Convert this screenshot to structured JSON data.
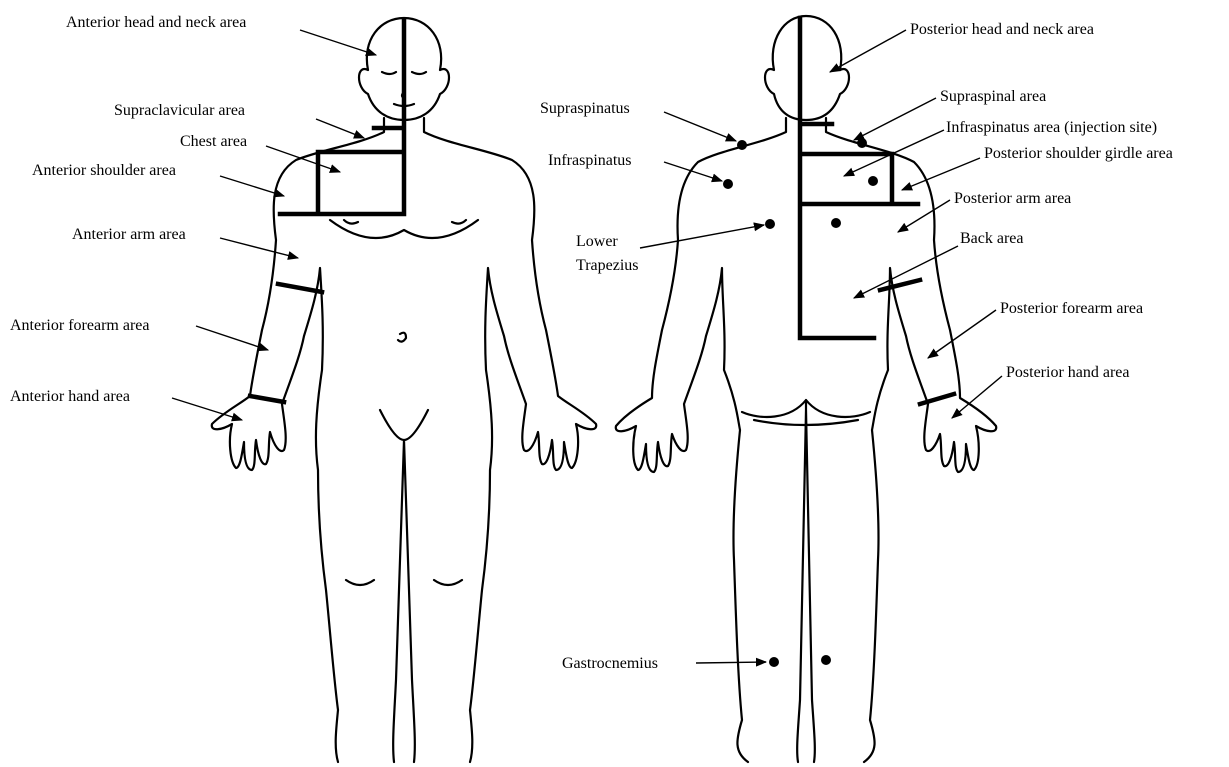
{
  "labels": {
    "ant_head": "Anterior head and neck area",
    "supraclav": "Supraclavicular area",
    "chest": "Chest area",
    "ant_shoulder": "Anterior shoulder area",
    "ant_arm": "Anterior arm area",
    "ant_forearm": "Anterior forearm area",
    "ant_hand": "Anterior hand area",
    "post_head": "Posterior head and neck area",
    "supraspinal": "Supraspinal area",
    "infraspinatus_area": "Infraspinatus area (injection site)",
    "post_shoulder": "Posterior shoulder girdle area",
    "post_arm": "Posterior arm area",
    "back": "Back area",
    "post_forearm": "Posterior forearm area",
    "post_hand": "Posterior hand area",
    "supraspinatus": "Supraspinatus",
    "infraspinatus": "Infraspinatus",
    "lower_trap_1": "Lower",
    "lower_trap_2": "Trapezius",
    "gastrocnemius": "Gastrocnemius"
  },
  "colors": {
    "ink": "#000000",
    "background": "#ffffff"
  }
}
